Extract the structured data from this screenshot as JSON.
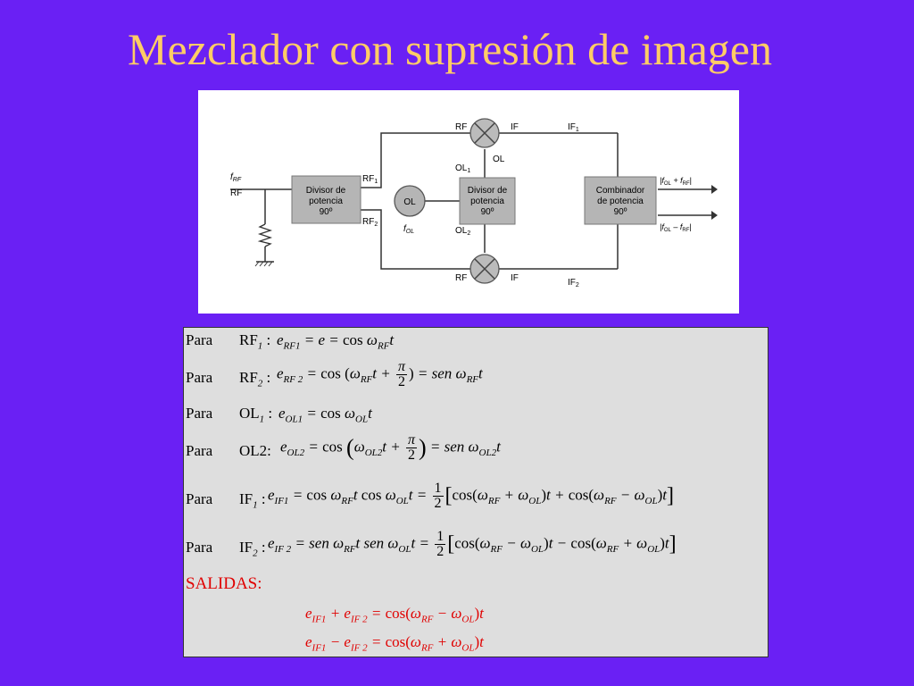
{
  "slide": {
    "title": "Mezclador con supresión de imagen"
  },
  "diagram": {
    "input_label_top": "f",
    "input_label_sub": "RF",
    "input_label_bottom": "RF",
    "splitter1": [
      "Divisor de",
      "potencia",
      "90º"
    ],
    "lo_label": "OL",
    "lo_freq": "f",
    "lo_freq_sub": "OL",
    "splitter2": [
      "Divisor de",
      "potencia",
      "90º"
    ],
    "combiner": [
      "Combinador",
      "de potencia",
      "90º"
    ],
    "rf1": "RF",
    "rf1_sub": "1",
    "rf2": "RF",
    "rf2_sub": "2",
    "ol1": "OL",
    "ol1_sub": "1",
    "ol2": "OL",
    "ol2_sub": "2",
    "mix_top_rf": "RF",
    "mix_top_if": "IF",
    "mix_top_ol": "OL",
    "mix_bot_rf": "RF",
    "mix_bot_if": "IF",
    "if1": "IF",
    "if1_sub": "1",
    "if2": "IF",
    "if2_sub": "2",
    "out_top": "|f",
    "out_top_mid": " + f",
    "out_top_end": "|",
    "out_bot": "|f",
    "out_bot_mid": " – f",
    "out_bot_end": "|",
    "sub_ol": "OL",
    "sub_rf": "RF"
  },
  "equations": {
    "para": "Para",
    "rows": [
      {
        "var": "RF",
        "var_sub": "1"
      },
      {
        "var": "RF",
        "var_sub": "2"
      },
      {
        "var": "OL",
        "var_sub": "1"
      },
      {
        "var": "OL2",
        "var_sub": ""
      },
      {
        "var": "IF",
        "var_sub": "1"
      },
      {
        "var": "IF",
        "var_sub": "2"
      }
    ],
    "salidas": "SALIDAS:"
  }
}
